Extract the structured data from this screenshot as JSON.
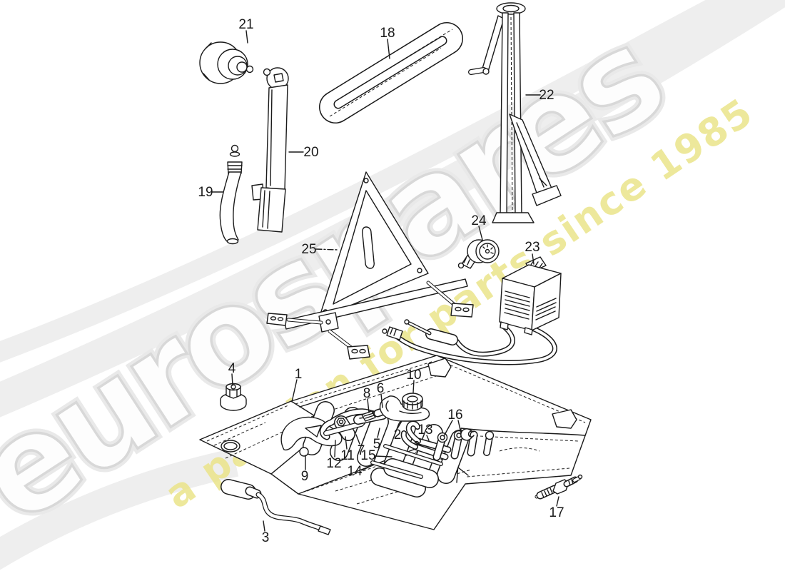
{
  "watermark": {
    "brand": "eurospares",
    "tagline": "a passion for parts since 1985"
  },
  "colors": {
    "line_color": "#1a1a1a",
    "wm_gray": "#d8d8d8",
    "wm_yellow": "#ebe48a",
    "bg": "#ffffff"
  },
  "callouts": [
    {
      "label": "1"
    },
    {
      "label": "2"
    },
    {
      "label": "3"
    },
    {
      "label": "4"
    },
    {
      "label": "5"
    },
    {
      "label": "6"
    },
    {
      "label": "7"
    },
    {
      "label": "8"
    },
    {
      "label": "9"
    },
    {
      "label": "10"
    },
    {
      "label": "11"
    },
    {
      "label": "12"
    },
    {
      "label": "13"
    },
    {
      "label": "14"
    },
    {
      "label": "15"
    },
    {
      "label": "16"
    },
    {
      "label": "17"
    },
    {
      "label": "18"
    },
    {
      "label": "19"
    },
    {
      "label": "20"
    },
    {
      "label": "21"
    },
    {
      "label": "22"
    },
    {
      "label": "23"
    },
    {
      "label": "24"
    },
    {
      "label": "25"
    }
  ]
}
